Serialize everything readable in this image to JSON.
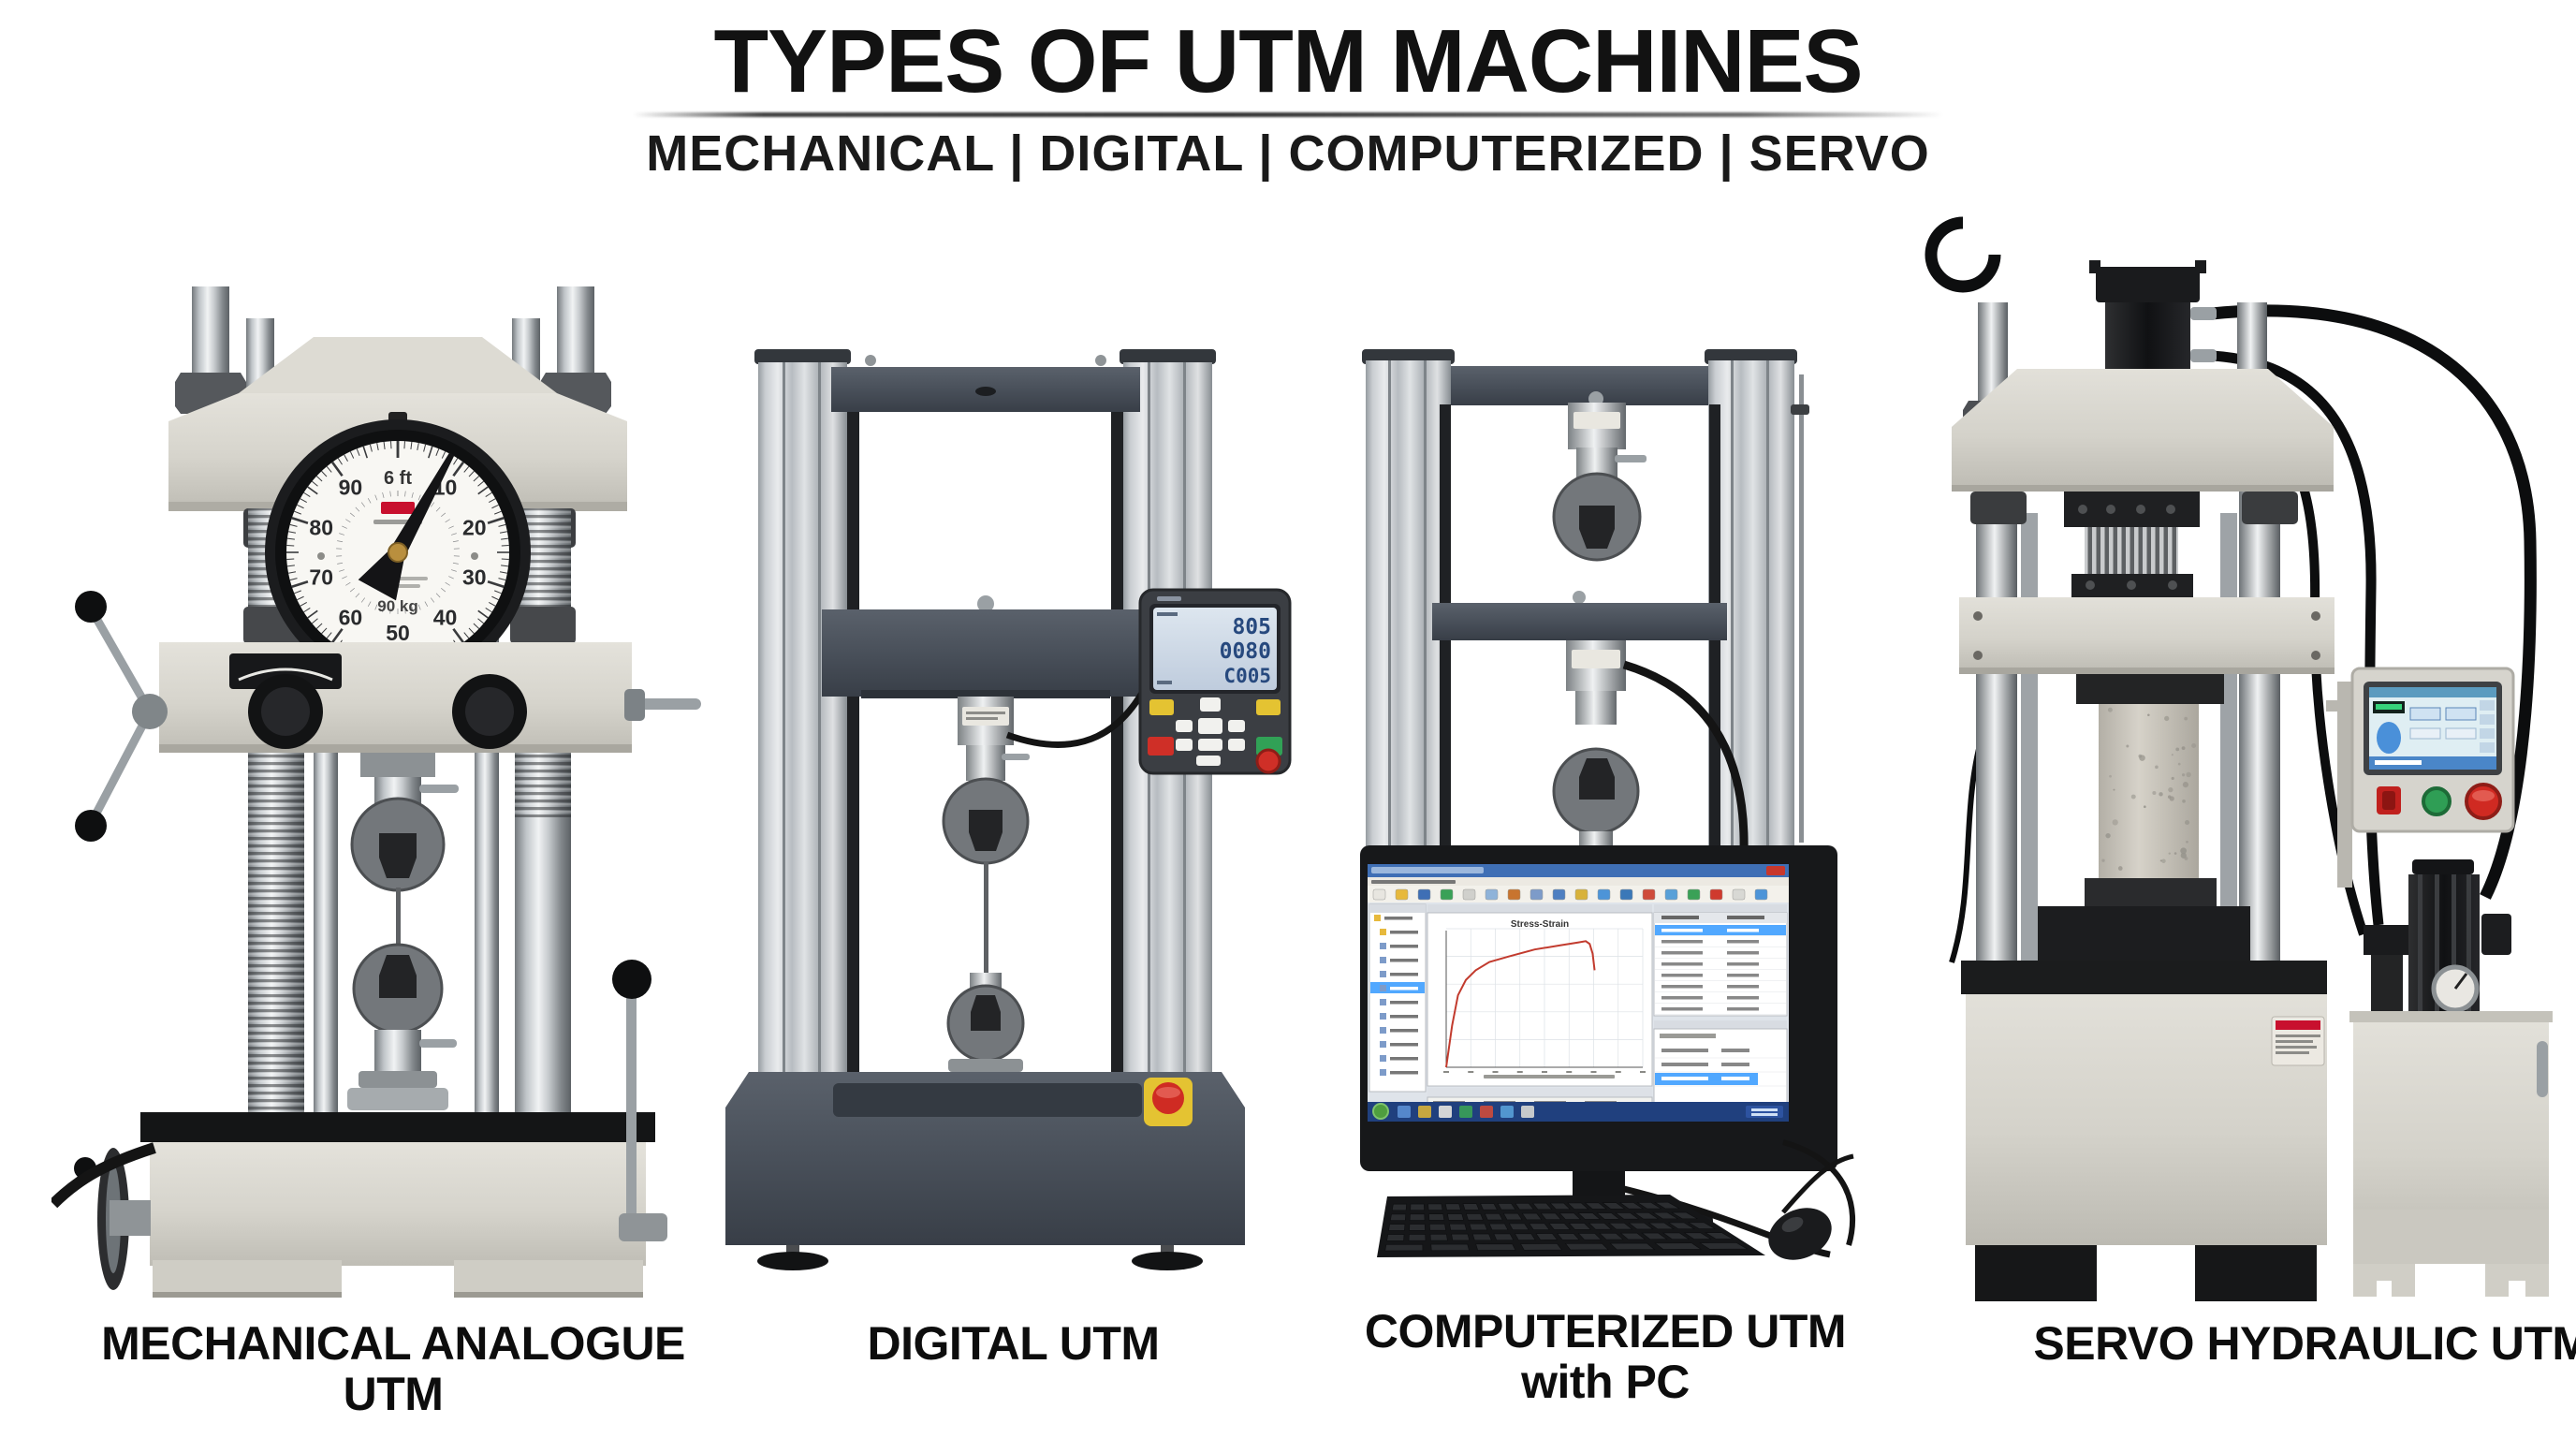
{
  "header": {
    "title": "TYPES OF UTM MACHINES",
    "subtitle": "MECHANICAL | DIGITAL | COMPUTERIZED | SERVO"
  },
  "machines": {
    "mechanical": {
      "label": "MECHANICAL ANALOGUE UTM",
      "dial": {
        "numbers": [
          10,
          20,
          30,
          40,
          50,
          60,
          70,
          80,
          90
        ],
        "top_text": "6 ft",
        "unit_text": "90 kg",
        "needle_value": 8,
        "bezel_color": "#17181a",
        "face_color": "#f8f7f3",
        "brand_color": "#c8102e"
      }
    },
    "digital": {
      "label": "DIGITAL UTM",
      "controller": {
        "display_lines": [
          "805",
          "0080",
          "C005"
        ],
        "lcd_color": "#c9d5e3",
        "digit_color": "#27497e",
        "key_yellow": "#e4c332",
        "key_red": "#cf2f27",
        "key_green": "#31a156",
        "key_white": "#f1f1ee"
      },
      "estop_color": "#d32f27"
    },
    "computerized": {
      "label_line1": "COMPUTERIZED UTM",
      "label_line2": "with PC",
      "monitor": {
        "chart_title": "Stress-Strain",
        "curve_color": "#c23b2e",
        "titlebar_color": "#3f6fb5",
        "taskbar_color": "#20407e",
        "curve_points": [
          [
            0,
            0
          ],
          [
            0.03,
            0.3
          ],
          [
            0.06,
            0.52
          ],
          [
            0.1,
            0.63
          ],
          [
            0.15,
            0.7
          ],
          [
            0.22,
            0.76
          ],
          [
            0.32,
            0.8
          ],
          [
            0.45,
            0.85
          ],
          [
            0.58,
            0.88
          ],
          [
            0.67,
            0.9
          ],
          [
            0.71,
            0.91
          ],
          [
            0.73,
            0.89
          ],
          [
            0.745,
            0.82
          ],
          [
            0.755,
            0.7
          ]
        ],
        "toolbar_icon_colors": [
          "#e8e6e0",
          "#e7b93c",
          "#3f6fb5",
          "#3aa157",
          "#d0d0cc",
          "#8fb3d9",
          "#c8742f",
          "#7d9bc9",
          "#4e7fc1",
          "#d8b23a",
          "#4d94d8",
          "#3a78b8",
          "#cf4b3a",
          "#58a0d8",
          "#3aa157",
          "#cf3a2e",
          "#d8d8d4",
          "#4d94d8"
        ]
      }
    },
    "servo": {
      "label": "SERVO HYDRAULIC UTM",
      "hmi": {
        "screen_color": "#d9ecf3",
        "estop_color": "#d02a22",
        "green_button": "#2f9e55",
        "red_switch": "#c0201d"
      }
    }
  },
  "palette": {
    "background": "#ffffff",
    "text": "#101010",
    "cream": "#d7d5cd",
    "slate": "#49505a",
    "chrome_light": "#eef0f1",
    "chrome_dark": "#5f6468",
    "base_dark": "#1d1e20",
    "concrete": "#ccc8bf"
  }
}
